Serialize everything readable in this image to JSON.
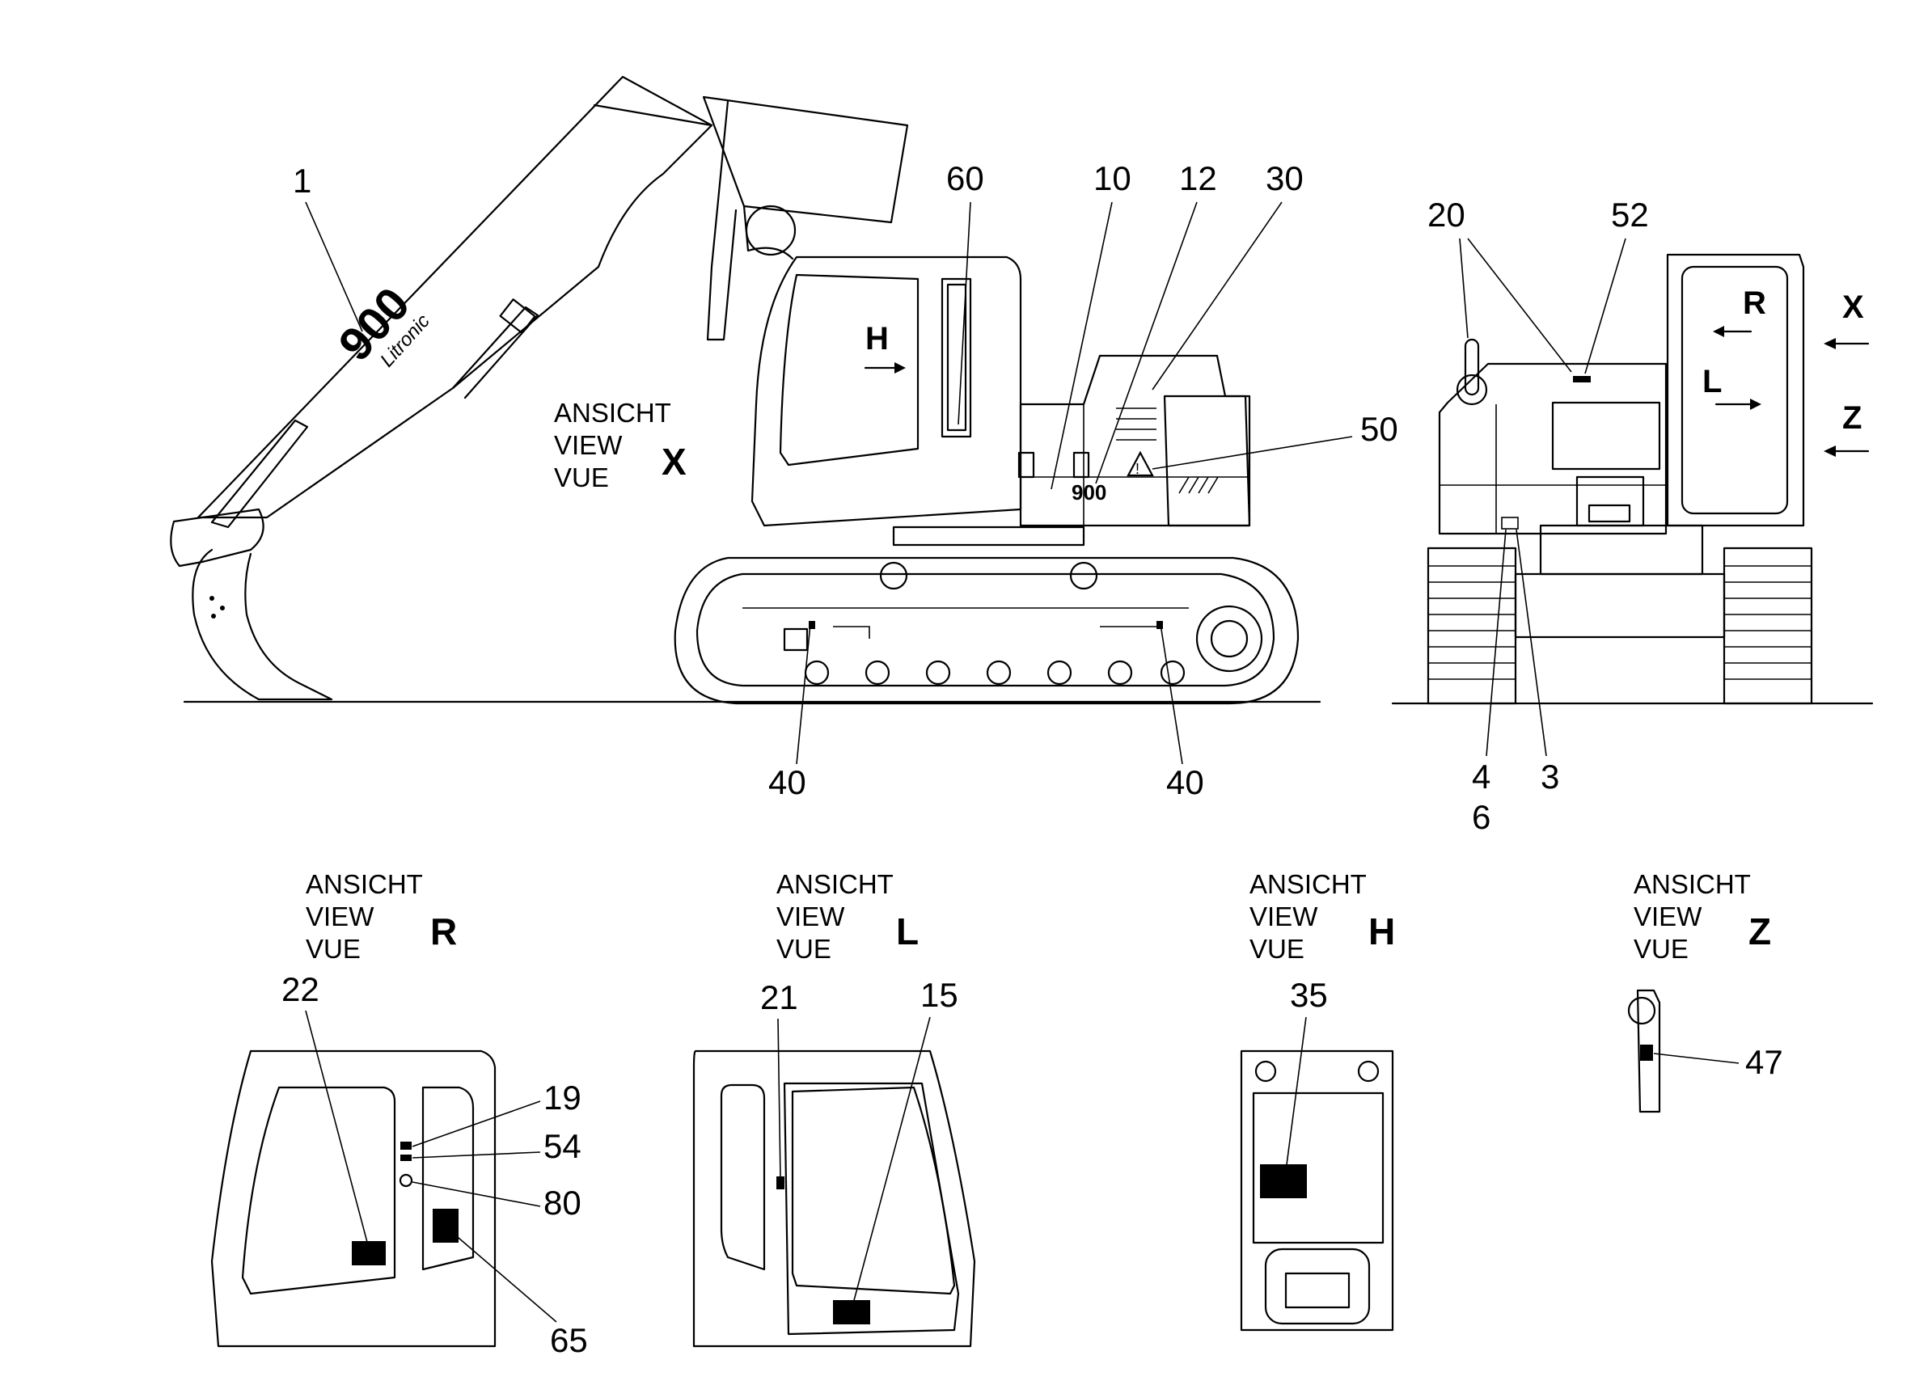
{
  "view_captions": {
    "line1": "ANSICHT",
    "line2": "VIEW",
    "line3": "VUE"
  },
  "views": {
    "x": "X",
    "r": "R",
    "l": "L",
    "h": "H",
    "z": "Z"
  },
  "side_markers": {
    "h": "H",
    "r": "R",
    "l": "L",
    "x": "X",
    "z": "Z"
  },
  "boom_logo": {
    "model": "900",
    "brand": "Litronic"
  },
  "counterweight_logo": "900",
  "callouts": {
    "c1": "1",
    "c60": "60",
    "c10": "10",
    "c12": "12",
    "c30": "30",
    "c50": "50",
    "c40a": "40",
    "c40b": "40",
    "c20": "20",
    "c52": "52",
    "c4": "4",
    "c6": "6",
    "c3": "3",
    "c22": "22",
    "c19": "19",
    "c54": "54",
    "c80": "80",
    "c65": "65",
    "c21": "21",
    "c15": "15",
    "c35": "35",
    "c47": "47"
  },
  "colors": {
    "line": "#000000",
    "background": "#ffffff"
  }
}
